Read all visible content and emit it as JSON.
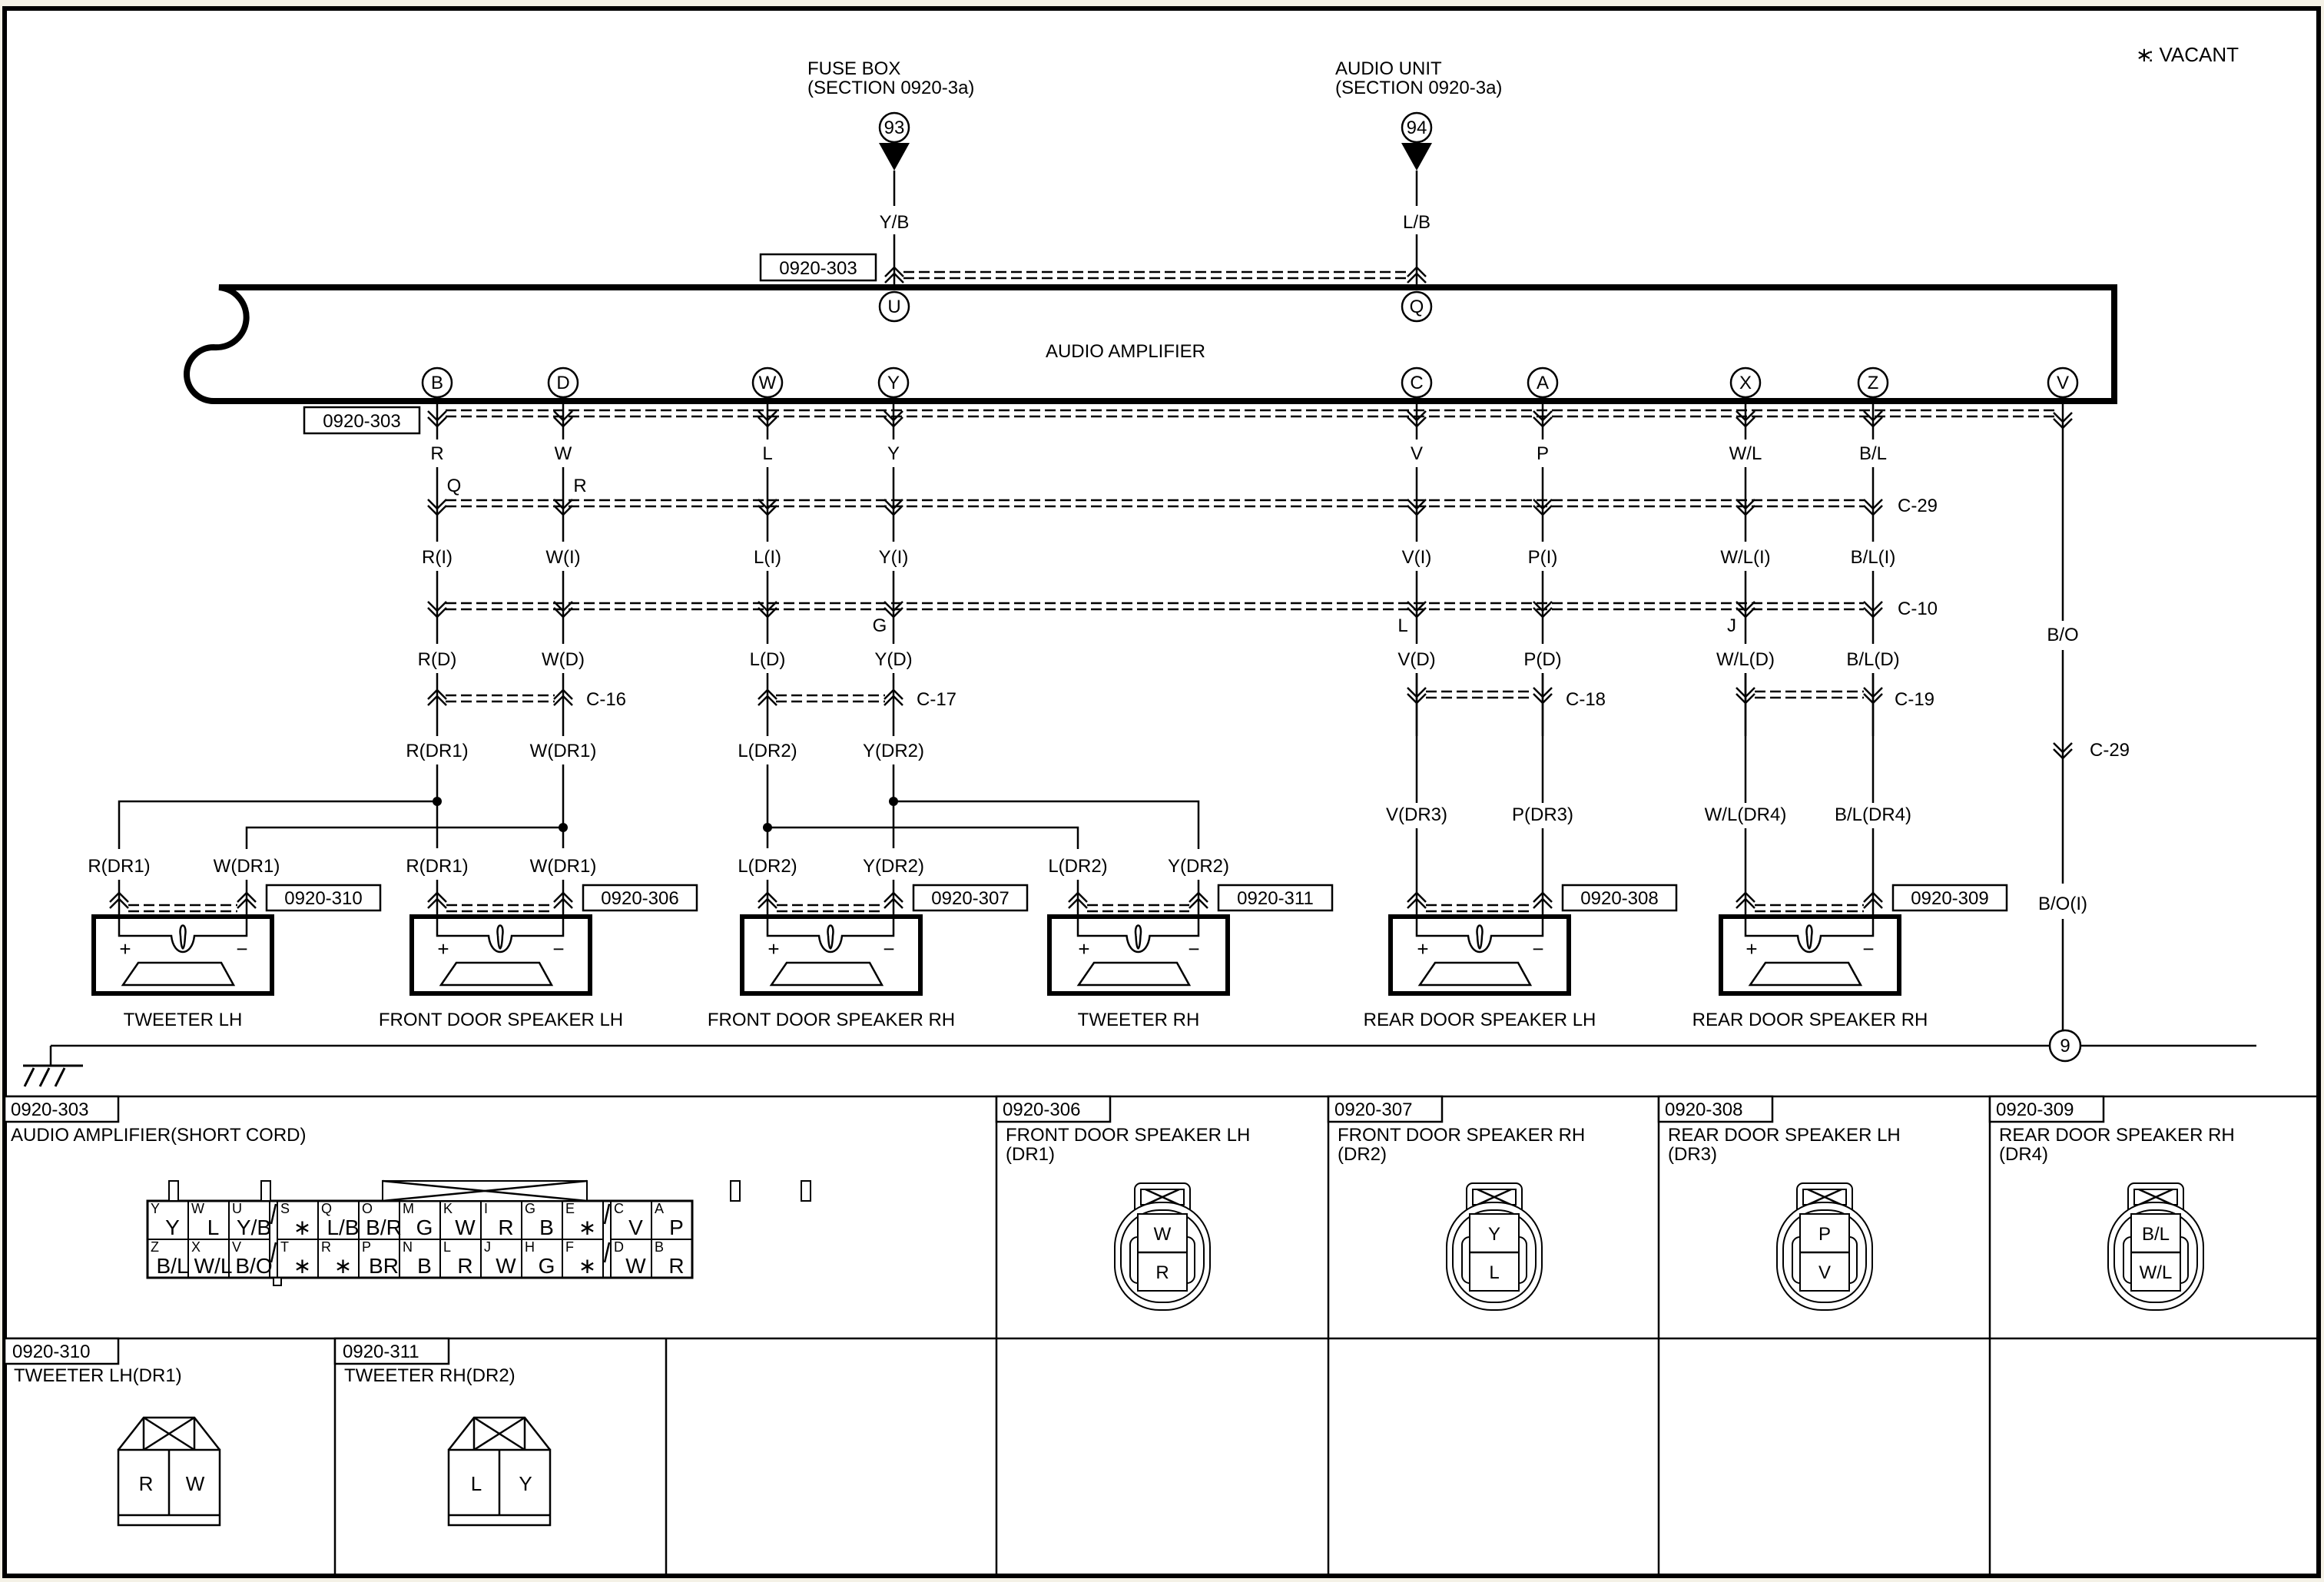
{
  "legend": {
    "vacant_symbol": "∗",
    "vacant_text": ": VACANT"
  },
  "sources": [
    {
      "name": "FUSE BOX",
      "section": "(SECTION 0920-3a)",
      "node": "93",
      "wire": "Y/B",
      "pin": "U"
    },
    {
      "name": "AUDIO UNIT",
      "section": "(SECTION 0920-3a)",
      "node": "94",
      "wire": "L/B",
      "pin": "Q"
    }
  ],
  "amplifier": {
    "title": "AUDIO AMPLIFIER",
    "connector_top": "0920-303",
    "connector_bottom": "0920-303"
  },
  "columns": [
    {
      "pin": "B",
      "wire": "R",
      "c29_cavity": "Q",
      "i": "R(I)",
      "c10_cavity": "",
      "d": "R(D)",
      "dr": "R(DR1)"
    },
    {
      "pin": "D",
      "wire": "W",
      "c29_cavity": "R",
      "i": "W(I)",
      "c10_cavity": "",
      "d": "W(D)",
      "dr": "W(DR1)"
    },
    {
      "pin": "W",
      "wire": "L",
      "c29_cavity": "",
      "i": "L(I)",
      "c10_cavity": "",
      "d": "L(D)",
      "dr": "L(DR2)"
    },
    {
      "pin": "Y",
      "wire": "Y",
      "c29_cavity": "",
      "i": "Y(I)",
      "c10_cavity": "G",
      "d": "Y(D)",
      "dr": "Y(DR2)"
    },
    {
      "pin": "C",
      "wire": "V",
      "c29_cavity": "",
      "i": "V(I)",
      "c10_cavity": "L",
      "d": "V(D)",
      "dr": "V(DR3)"
    },
    {
      "pin": "A",
      "wire": "P",
      "c29_cavity": "",
      "i": "P(I)",
      "c10_cavity": "",
      "d": "P(D)",
      "dr": "P(DR3)"
    },
    {
      "pin": "X",
      "wire": "W/L",
      "c29_cavity": "",
      "i": "W/L(I)",
      "c10_cavity": "J",
      "d": "W/L(D)",
      "dr": "W/L(DR4)"
    },
    {
      "pin": "Z",
      "wire": "B/L",
      "c29_cavity": "",
      "i": "B/L(I)",
      "c10_cavity": "",
      "d": "B/L(D)",
      "dr": "B/L(DR4)"
    }
  ],
  "ground_wire": {
    "pin": "V",
    "wire": "B/O",
    "connector": "C-29",
    "wire_after": "B/O(I)",
    "ground_node": "9"
  },
  "connectors_inline": {
    "c29": "C-29",
    "c10": "C-10",
    "c16": "C-16",
    "c17": "C-17",
    "c18": "C-18",
    "c19": "C-19"
  },
  "speakers": [
    {
      "name": "TWEETER LH",
      "connector": "0920-310",
      "plus_wire": "R(DR1)",
      "minus_wire": "W(DR1)"
    },
    {
      "name": "FRONT DOOR SPEAKER LH",
      "connector": "0920-306",
      "plus_wire": "R(DR1)",
      "minus_wire": "W(DR1)"
    },
    {
      "name": "FRONT DOOR SPEAKER RH",
      "connector": "0920-307",
      "plus_wire": "L(DR2)",
      "minus_wire": "Y(DR2)"
    },
    {
      "name": "TWEETER RH",
      "connector": "0920-311",
      "plus_wire": "L(DR2)",
      "minus_wire": "Y(DR2)"
    },
    {
      "name": "REAR DOOR SPEAKER LH",
      "connector": "0920-308",
      "plus_wire": "V(DR3)",
      "minus_wire": "P(DR3)"
    },
    {
      "name": "REAR DOOR SPEAKER RH",
      "connector": "0920-309",
      "plus_wire": "W/L(DR4)",
      "minus_wire": "B/L(DR4)"
    }
  ],
  "speaker_symbols": {
    "plus": "+",
    "minus": "−"
  },
  "connector_views": {
    "amp": {
      "code": "0920-303",
      "title": "AUDIO AMPLIFIER(SHORT CORD)",
      "top_row": [
        {
          "pin": "Y",
          "wire": "Y"
        },
        {
          "pin": "W",
          "wire": "L"
        },
        {
          "pin": "U",
          "wire": "Y/B"
        },
        {
          "pin": "S",
          "wire": "∗"
        },
        {
          "pin": "Q",
          "wire": "L/B"
        },
        {
          "pin": "O",
          "wire": "B/R"
        },
        {
          "pin": "M",
          "wire": "G"
        },
        {
          "pin": "K",
          "wire": "W"
        },
        {
          "pin": "I",
          "wire": "R"
        },
        {
          "pin": "G",
          "wire": "B"
        },
        {
          "pin": "E",
          "wire": "∗"
        },
        {
          "pin": "C",
          "wire": "V"
        },
        {
          "pin": "A",
          "wire": "P"
        }
      ],
      "bottom_row": [
        {
          "pin": "Z",
          "wire": "B/L"
        },
        {
          "pin": "X",
          "wire": "W/L"
        },
        {
          "pin": "V",
          "wire": "B/O"
        },
        {
          "pin": "T",
          "wire": "∗"
        },
        {
          "pin": "R",
          "wire": "∗"
        },
        {
          "pin": "P",
          "wire": "BR"
        },
        {
          "pin": "N",
          "wire": "B"
        },
        {
          "pin": "L",
          "wire": "R"
        },
        {
          "pin": "J",
          "wire": "W"
        },
        {
          "pin": "H",
          "wire": "G"
        },
        {
          "pin": "F",
          "wire": "∗"
        },
        {
          "pin": "D",
          "wire": "W"
        },
        {
          "pin": "B",
          "wire": "R"
        }
      ]
    },
    "door": [
      {
        "code": "0920-306",
        "title": "FRONT DOOR SPEAKER LH",
        "sub": "(DR1)",
        "top": "W",
        "bottom": "R"
      },
      {
        "code": "0920-307",
        "title": "FRONT DOOR SPEAKER RH",
        "sub": "(DR2)",
        "top": "Y",
        "bottom": "L"
      },
      {
        "code": "0920-308",
        "title": "REAR DOOR SPEAKER LH",
        "sub": "(DR3)",
        "top": "P",
        "bottom": "V"
      },
      {
        "code": "0920-309",
        "title": "REAR DOOR SPEAKER RH",
        "sub": "(DR4)",
        "top": "B/L",
        "bottom": "W/L"
      }
    ],
    "tweeter": [
      {
        "code": "0920-310",
        "title": "TWEETER LH(DR1)",
        "left": "R",
        "right": "W"
      },
      {
        "code": "0920-311",
        "title": "TWEETER RH(DR2)",
        "left": "L",
        "right": "Y"
      }
    ]
  }
}
